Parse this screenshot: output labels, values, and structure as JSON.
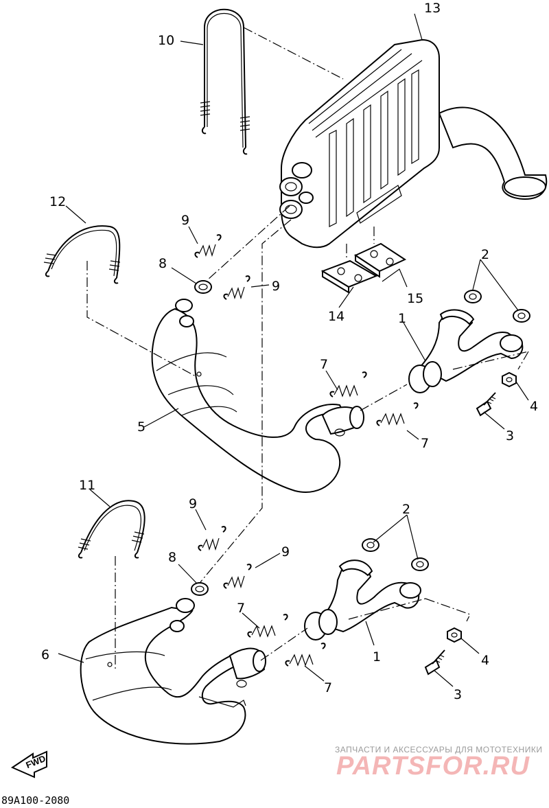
{
  "diagram": {
    "code": "89A100-2080",
    "fwd": "FWD",
    "watermark": {
      "line1": "ЗАПЧАСТИ И АКСЕССУАРЫ ДЛЯ МОТОТЕХНИКИ",
      "line2": "PARTSFOR.RU"
    },
    "callouts": {
      "c1_upper": "1",
      "c1_lower": "1",
      "c2_upper": "2",
      "c2_lower": "2",
      "c3_upper": "3",
      "c3_lower": "3",
      "c4_upper": "4",
      "c4_lower": "4",
      "c5": "5",
      "c6": "6",
      "c7_upper_left": "7",
      "c7_upper_right": "7",
      "c7_lower_left": "7",
      "c7_lower_right": "7",
      "c8_upper": "8",
      "c8_lower": "8",
      "c9_upper_a": "9",
      "c9_upper_b": "9",
      "c9_lower_a": "9",
      "c9_lower_b": "9",
      "c10": "10",
      "c11": "11",
      "c12": "12",
      "c13": "13",
      "c14": "14",
      "c15": "15"
    }
  }
}
